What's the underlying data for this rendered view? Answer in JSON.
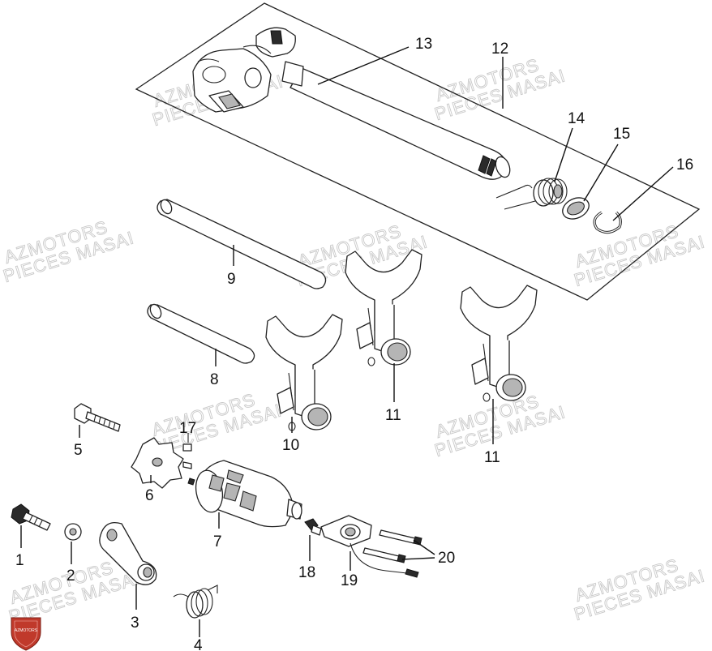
{
  "diagram": {
    "brand_badge": "AZMOTORS",
    "watermarks": [
      {
        "line1": "AZMOTORS",
        "line2": "PIECES MASAI"
      },
      {
        "line1": "AZMOTORS",
        "line2": "PIECES MASAI"
      },
      {
        "line1": "AZMOTORS",
        "line2": "PIECES MASAI"
      },
      {
        "line1": "AZMOTORS",
        "line2": "PIECES MASAI"
      },
      {
        "line1": "AZMOTORS",
        "line2": "PIECES MASAI"
      },
      {
        "line1": "AZMOTORS",
        "line2": "PIECES MASAI"
      },
      {
        "line1": "AZMOTORS",
        "line2": "PIECES MASAI"
      },
      {
        "line1": "AZMOTORS",
        "line2": "PIECES MASAI"
      },
      {
        "line1": "AZMOTORS",
        "line2": "PIECES MASAI"
      }
    ],
    "callouts": [
      "1",
      "2",
      "3",
      "4",
      "5",
      "6",
      "7",
      "8",
      "9",
      "10",
      "11",
      "11",
      "12",
      "13",
      "14",
      "15",
      "16",
      "17",
      "18",
      "19",
      "20"
    ]
  }
}
